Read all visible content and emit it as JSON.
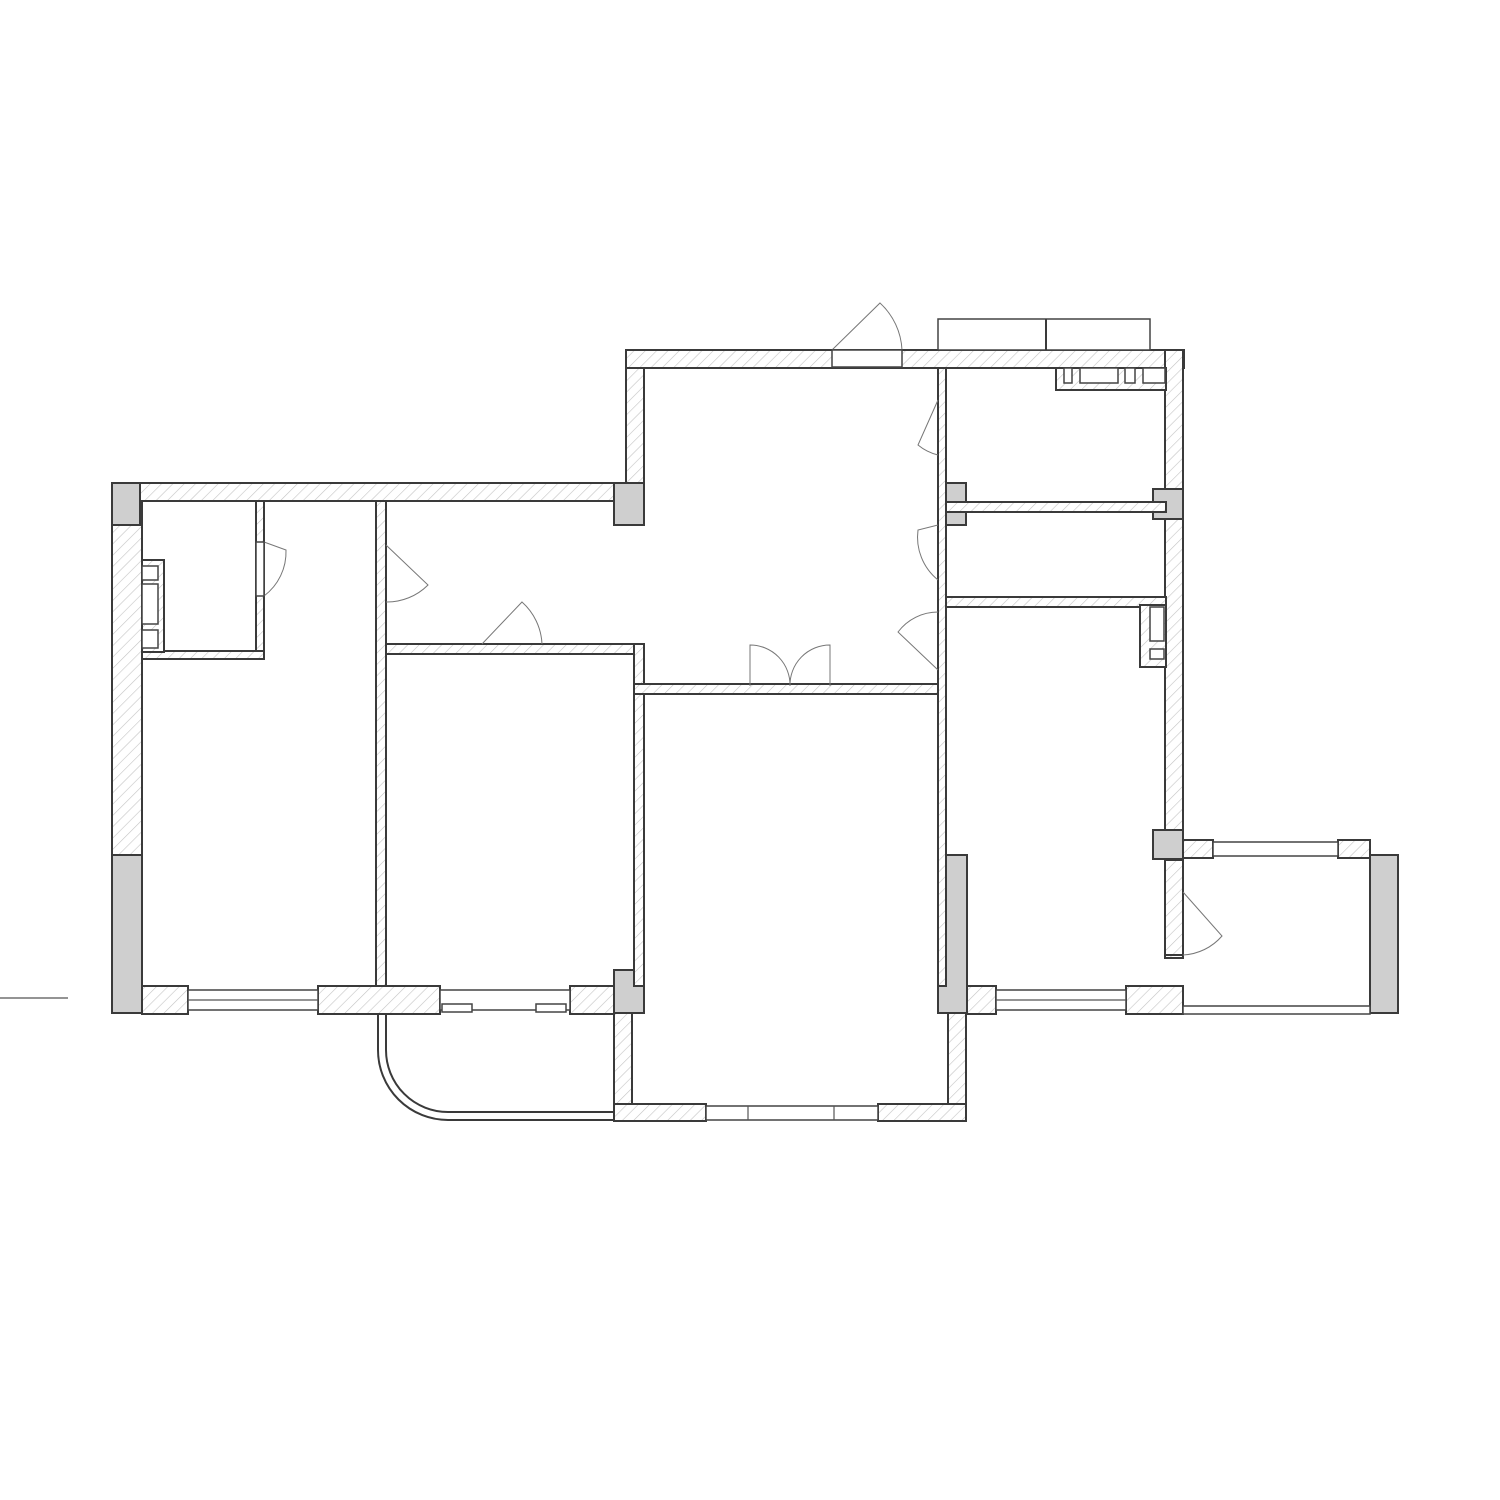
{
  "drawing": {
    "type": "floor-plan",
    "labels": []
  },
  "palette": {
    "wall_outline": "#3a3a3a",
    "wall_hatch": "#bdbdbd",
    "column_fill": "#cfcfcf",
    "background": "#ffffff"
  },
  "rooms": [
    {
      "id": "bathroom-west"
    },
    {
      "id": "bedroom-west"
    },
    {
      "id": "hall"
    },
    {
      "id": "bedroom-middle"
    },
    {
      "id": "living-room"
    },
    {
      "id": "kitchen"
    },
    {
      "id": "storage"
    },
    {
      "id": "bedroom-east"
    },
    {
      "id": "balcony-east"
    },
    {
      "id": "balcony-south"
    }
  ]
}
